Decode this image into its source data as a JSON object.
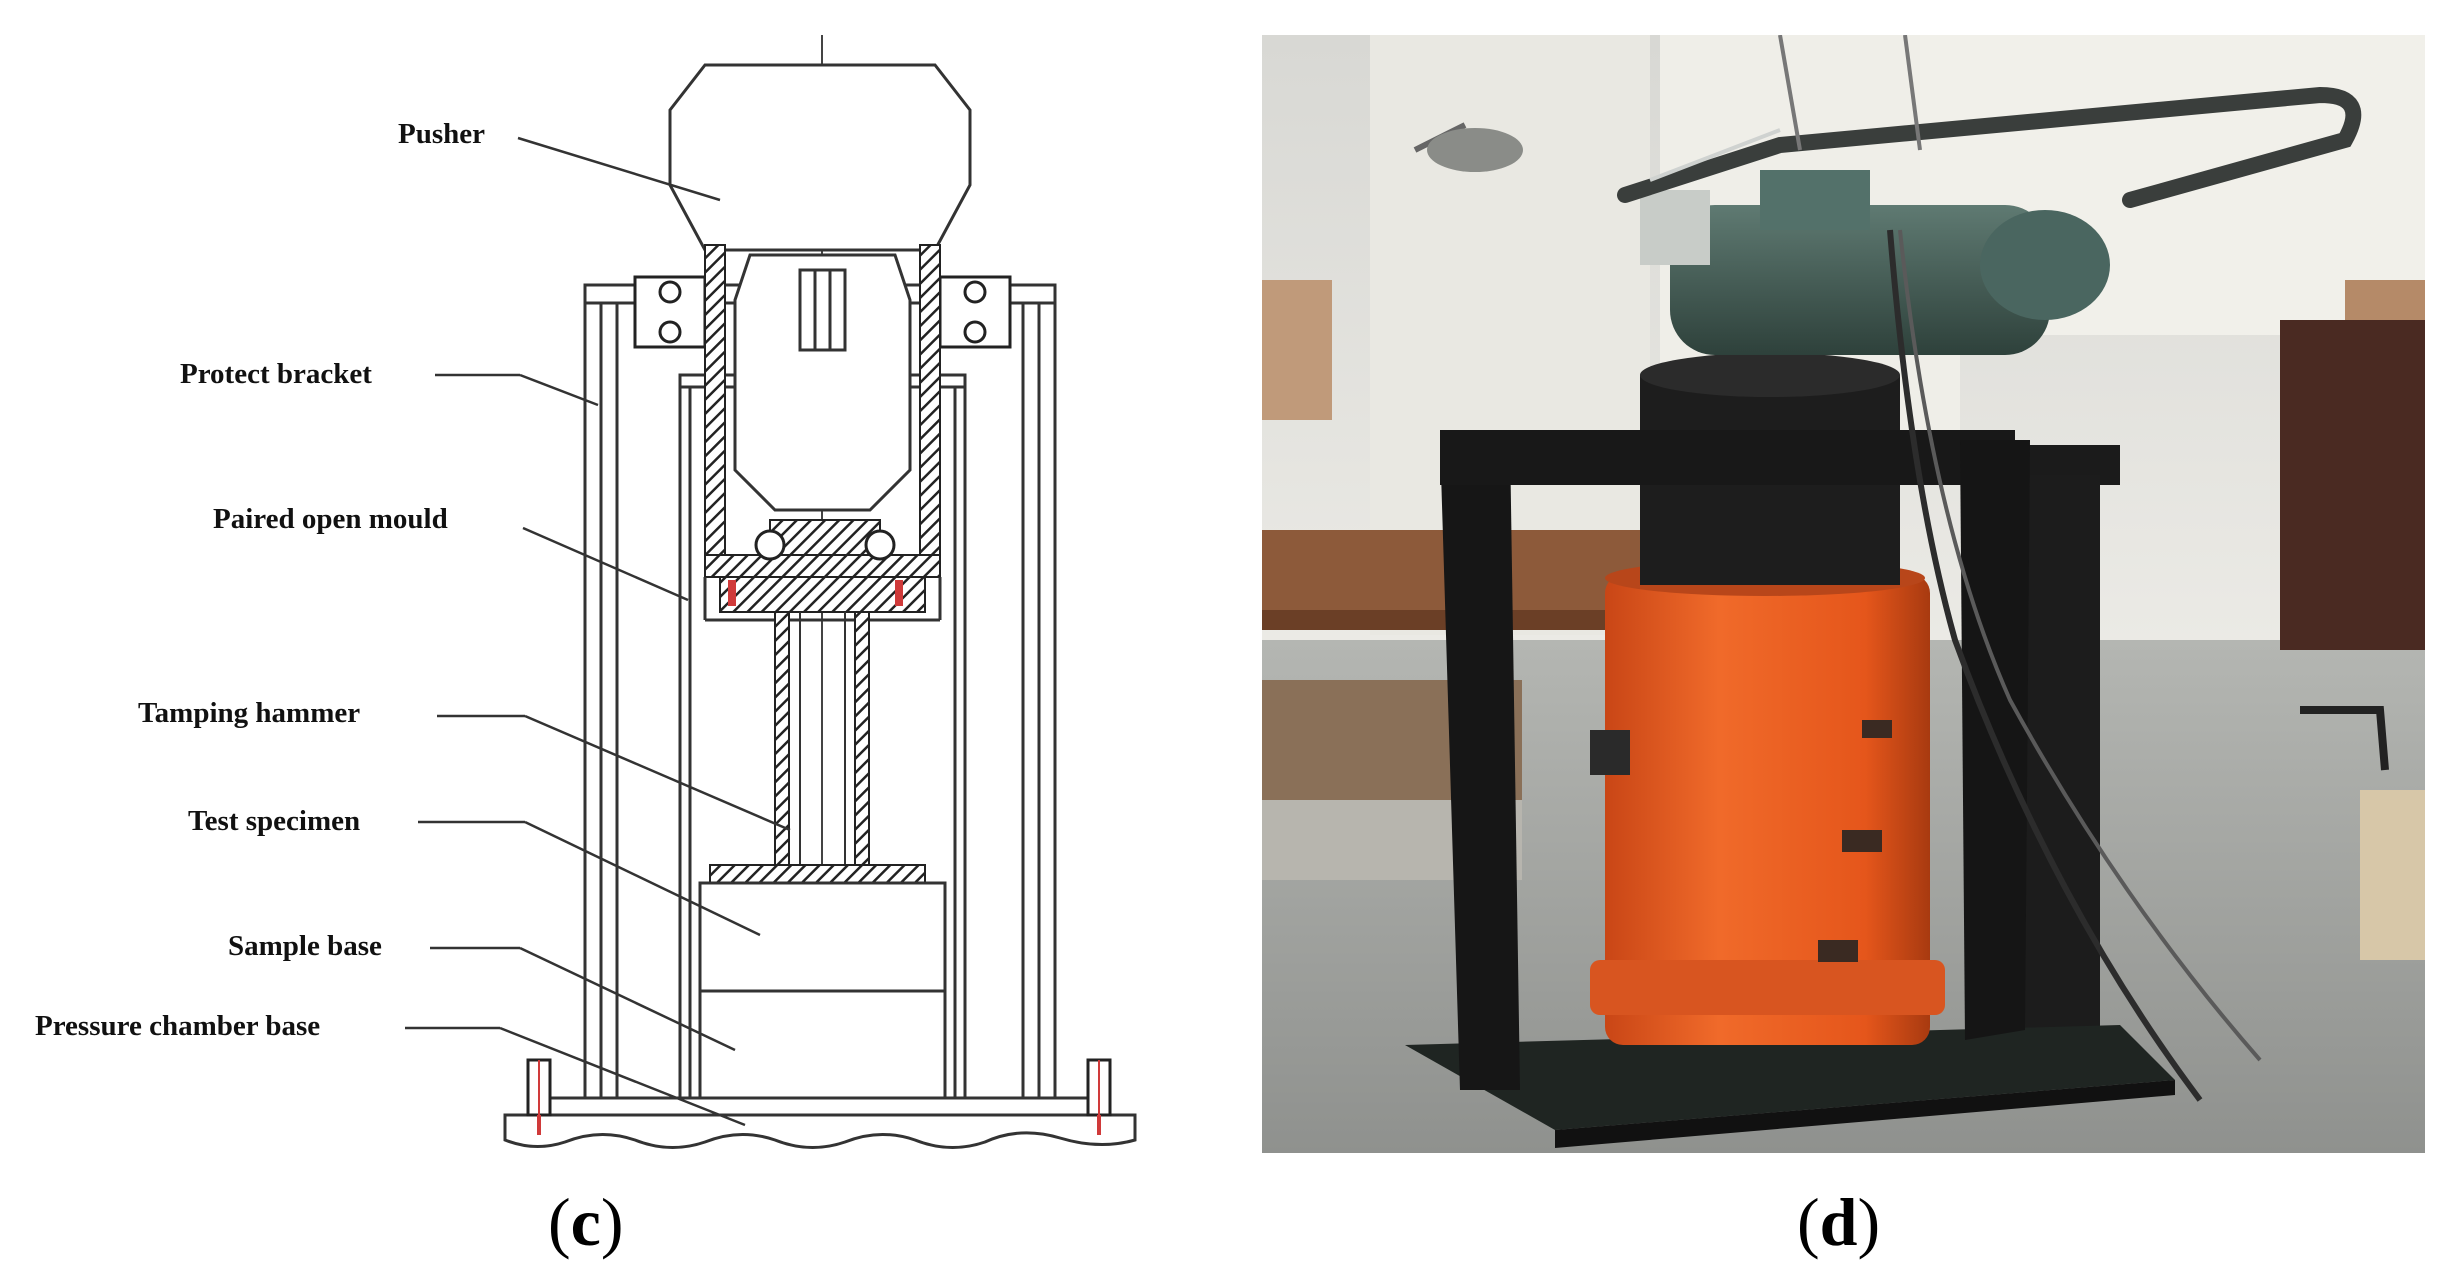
{
  "panels": {
    "c": {
      "caption_open": "(",
      "caption_letter": "c",
      "caption_close": ")",
      "labels": {
        "pusher": "Pusher",
        "protect_bracket": "Protect bracket",
        "paired_open_mould": "Paired open mould",
        "tamping_hammer": "Tamping hammer",
        "test_specimen": "Test specimen",
        "sample_base": "Sample base",
        "pressure_chamber_base": "Pressure chamber base"
      }
    },
    "d": {
      "caption_open": "(",
      "caption_letter": "d",
      "caption_close": ")"
    }
  },
  "colors": {
    "line": "#333333",
    "bolt_red": "#d03a3a",
    "cylinder_orange": "#e85a1e",
    "frame_black": "#1b1b1b",
    "motor_green": "#3f5a52",
    "floor": "#9a9c9a",
    "wall": "#e4e3de"
  }
}
